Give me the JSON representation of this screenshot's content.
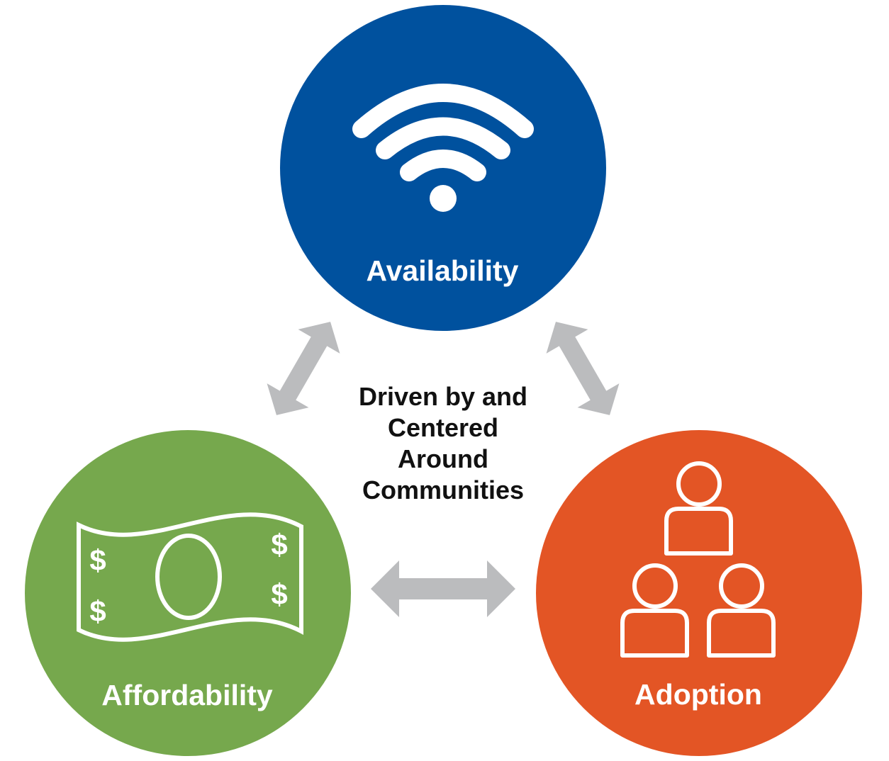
{
  "nodes": [
    {
      "id": "availability",
      "label": "Availability",
      "color": "#00519E",
      "icon": "wifi-icon"
    },
    {
      "id": "affordability",
      "label": "Affordability",
      "color": "#76A84D",
      "icon": "money-bill-icon"
    },
    {
      "id": "adoption",
      "label": "Adoption",
      "color": "#E35525",
      "icon": "people-group-icon"
    }
  ],
  "center": {
    "lines": [
      "Driven by and",
      "Centered",
      "Around",
      "Communities"
    ]
  },
  "connectors": {
    "color": "#BBBCBE",
    "type": "double-arrow"
  },
  "icons": {
    "bill_symbols": [
      "$",
      "$",
      "$",
      "$"
    ]
  }
}
